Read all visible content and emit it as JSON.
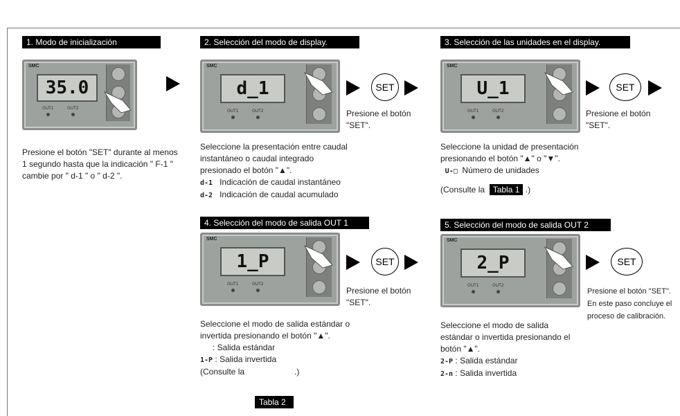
{
  "steps": {
    "s1": {
      "title": "1. Modo de inicialización",
      "display": "35.0",
      "desc_lines": [
        "Presione el botón \"SET\" durante al menos",
        "1 segundo hasta que la indicación \" F-1 \"",
        "cambie por \" d-1 \" o \" d-2 \"."
      ]
    },
    "s2": {
      "title": "2. Selección del modo de display.",
      "display": "d_1",
      "press_lines": [
        "Presione el botón",
        "\"SET\"."
      ],
      "desc_lines": [
        "Seleccione la presentación entre caudal",
        "instantáneo o caudal integrado",
        "presionado el botón \"▲\"."
      ],
      "codes": [
        {
          "code": "d-1",
          "text": "Indicación de caudal instantáneo"
        },
        {
          "code": "d-2",
          "text": "Indicación de caudal acumulado"
        }
      ]
    },
    "s3": {
      "title": "3. Selección de las unidades en el display.",
      "display": "U_1",
      "press_lines": [
        "Presione el botón",
        "\"SET\"."
      ],
      "desc_lines": [
        "Seleccione la unidad de presentación",
        "presionando el botón \"▲\" o \"▼\"."
      ],
      "unit_code": "U-□",
      "unit_text": "Número de unidades",
      "consult_prefix": "(Consulte la",
      "table_label": "Tabla 1",
      "consult_suffix": ".)"
    },
    "s4": {
      "title": "4. Selección del modo de salida OUT 1",
      "display": "1_P",
      "press_lines": [
        "Presione el botón",
        "\"SET\"."
      ],
      "desc_lines": [
        "Seleccione el modo de salida estándar o",
        "invertida presionando el botón \"▲\"."
      ],
      "opt1": ": Salida estándar",
      "opt2_code": "1-P",
      "opt2": ": Salida invertida",
      "consult_prefix": "(Consulte la",
      "consult_suffix": ".)",
      "table_label": "Tabla 2"
    },
    "s5": {
      "title": "5. Selección del modo de salida OUT 2",
      "display": "2_P",
      "press_lines": [
        "Presione el botón \"SET\".",
        "En este paso concluye el",
        "proceso de calibración."
      ],
      "desc_lines": [
        "Seleccione el modo de salida",
        "estándar o invertida presionando el",
        "botón \"▲\"."
      ],
      "codes": [
        {
          "code": "2-P",
          "text": ": Salida estándar"
        },
        {
          "code": "2-n",
          "text": ": Salida invertida"
        }
      ]
    }
  },
  "set_label": "SET",
  "device": {
    "brand": "SMC",
    "out1": "OUT1",
    "out2": "OUT2"
  }
}
